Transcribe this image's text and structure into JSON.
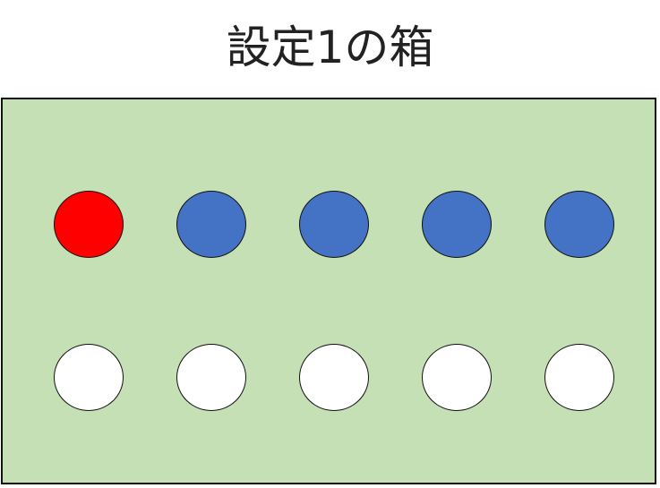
{
  "title": "設定1の箱",
  "box": {
    "fill": "#c5e0b4"
  },
  "ball_rows": [
    {
      "balls": [
        {
          "color": "red",
          "fill": "#ff0000"
        },
        {
          "color": "blue",
          "fill": "#4472c4"
        },
        {
          "color": "blue",
          "fill": "#4472c4"
        },
        {
          "color": "blue",
          "fill": "#4472c4"
        },
        {
          "color": "blue",
          "fill": "#4472c4"
        }
      ]
    },
    {
      "balls": [
        {
          "color": "white",
          "fill": "#ffffff"
        },
        {
          "color": "white",
          "fill": "#ffffff"
        },
        {
          "color": "white",
          "fill": "#ffffff"
        },
        {
          "color": "white",
          "fill": "#ffffff"
        },
        {
          "color": "white",
          "fill": "#ffffff"
        }
      ]
    }
  ]
}
